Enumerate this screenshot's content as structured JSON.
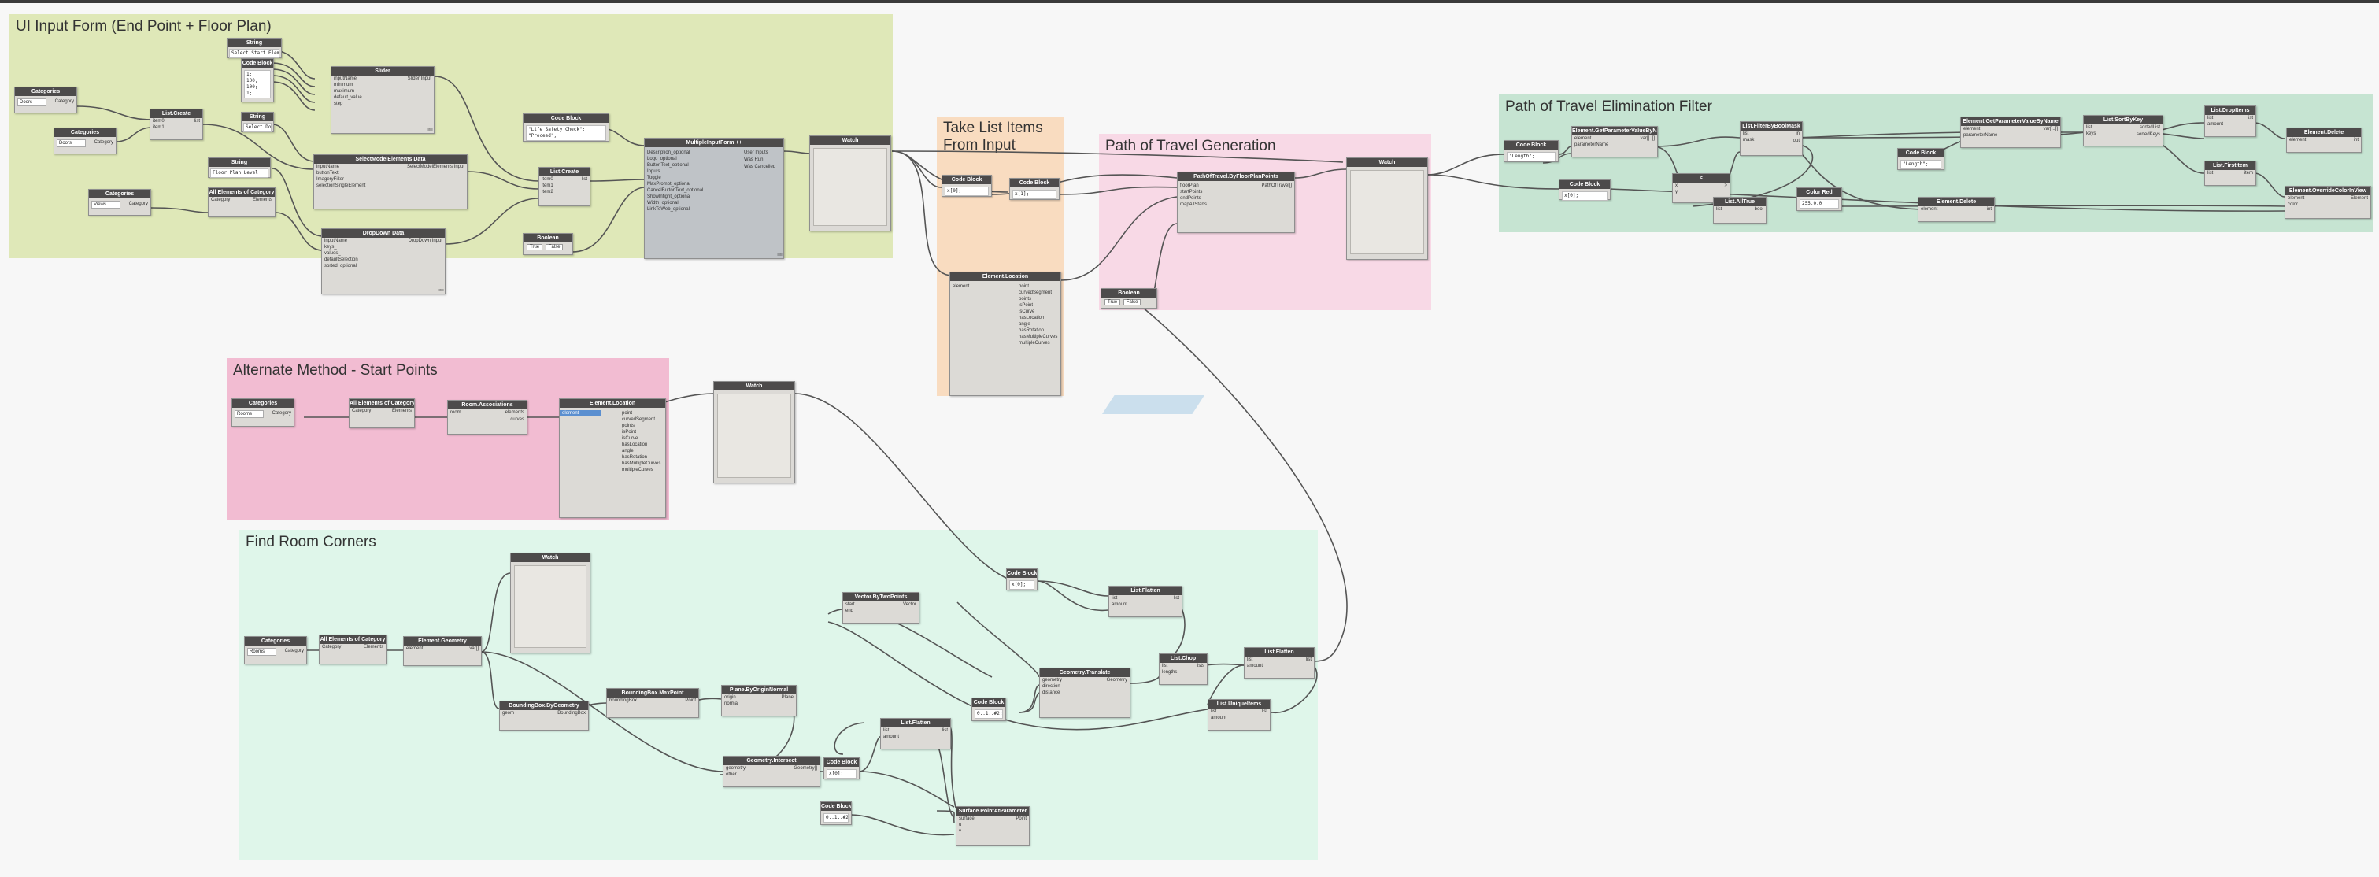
{
  "canvas": {
    "background": "#f7f7f7",
    "wire_color": "#555555"
  },
  "groups": [
    {
      "id": "g-ui-input",
      "title": "UI Input Form (End Point + Floor Plan)",
      "color": "#dfe8b8"
    },
    {
      "id": "g-take-list",
      "title": "Take List Items From Input",
      "color": "#f9dcc0"
    },
    {
      "id": "g-path-gen",
      "title": "Path of Travel Generation",
      "color": "#f8d9e6"
    },
    {
      "id": "g-elim",
      "title": "Path of Travel Elimination Filter",
      "color": "#c6e4d2"
    },
    {
      "id": "g-alt",
      "title": "Alternate Method - Start Points",
      "color": "#f2bcd2"
    },
    {
      "id": "g-corners",
      "title": "Find Room Corners",
      "color": "#dff6ea"
    }
  ],
  "nodes": {
    "cat1": {
      "title": "Categories",
      "value": "Doors",
      "out": "Category"
    },
    "cat2": {
      "title": "Categories",
      "value": "Doors",
      "out": "Category"
    },
    "cat3": {
      "title": "Categories",
      "value": "Views",
      "out": "Category"
    },
    "listcreate1": {
      "title": "List.Create",
      "inputs": [
        "item0",
        "item1"
      ],
      "out": "list"
    },
    "string1": {
      "title": "String",
      "value": "Select Start Element",
      "out": ">"
    },
    "codeblock1": {
      "title": "Code Block",
      "code": "1;\n100;\n100;\n1;",
      "out": ">"
    },
    "string2": {
      "title": "String",
      "value": "Select Door",
      "out": ">"
    },
    "string3": {
      "title": "String",
      "value": "Floor Plan Level",
      "out": ">"
    },
    "allelem1": {
      "title": "All Elements of Category",
      "inputs": [
        "Category"
      ],
      "out": "Elements"
    },
    "slider1": {
      "title": "Slider",
      "inputs": [
        "inputName",
        "minimum",
        "maximum",
        "default_value",
        "step"
      ],
      "out": "Slider Input"
    },
    "selmodel": {
      "title": "SelectModelElements Data",
      "inputs": [
        "inputName",
        "buttonText",
        "ImageryFilter",
        "selectionSingleElement"
      ],
      "out": "SelectModelElements Input"
    },
    "dropdown": {
      "title": "DropDown Data",
      "inputs": [
        "inputName",
        "keys_",
        "values_",
        "defaultSelection",
        "sorted_optional"
      ],
      "out": "DropDown Input"
    },
    "codeblock2": {
      "title": "Code Block",
      "code": "\"Life Safety Check\";\n\"Proceed\";",
      "out": ">"
    },
    "listcreate2": {
      "title": "List.Create",
      "inputs": [
        "item0",
        "item1",
        "item2"
      ],
      "out": "list"
    },
    "bool1": {
      "title": "Boolean",
      "true_label": "True",
      "false_label": "False"
    },
    "multiform": {
      "title": "MultipleInputForm ++",
      "inputs": [
        "Description_optional",
        "Logo_optional",
        "ButtonText_optional",
        "Inputs",
        "Toggle",
        "MaxPrompt_optional",
        "CancelButtonText_optional",
        "Showlnfight_optional",
        "Width_optional",
        "LinkToWeb_optional"
      ],
      "outputs": [
        "User Inputs",
        "Was Run",
        "Was Cancelled"
      ]
    },
    "watch1": {
      "title": "Watch"
    },
    "codeblock3": {
      "title": "Code Block",
      "code": "x[0];",
      "out": ">"
    },
    "codeblock4": {
      "title": "Code Block",
      "code": "x[1];",
      "out": ">"
    },
    "elemloc1": {
      "title": "Element.Location",
      "inputs": [
        "element"
      ],
      "outputs": [
        "point",
        "curvedSegment",
        "points",
        "isPoint",
        "isCurve",
        "hasLocation",
        "angle",
        "hasRotation",
        "hasMultipleCurves",
        "multipleCurves"
      ]
    },
    "pathtravel": {
      "title": "PathOfTravel.ByFloorPlanPoints",
      "inputs": [
        "floorPlan",
        "startPoints",
        "endPoints",
        "mapAllStarts"
      ],
      "out": "PathOfTravel[]"
    },
    "bool2": {
      "title": "Boolean",
      "true_label": "True",
      "false_label": "False"
    },
    "watch2": {
      "title": "Watch"
    },
    "codeblock5": {
      "title": "Code Block",
      "code": "\"Length\";",
      "out": ">"
    },
    "codeblock6": {
      "title": "Code Block",
      "code": "x[0];",
      "out": ">"
    },
    "getparam1": {
      "title": "Element.GetParameterValueByName",
      "inputs": [
        "element",
        "parameterName"
      ],
      "out": "var[]..[]"
    },
    "lt": {
      "title": "<",
      "inputs": [
        "x",
        "y"
      ],
      "out": ">"
    },
    "filterbool": {
      "title": "List.FilterByBoolMask",
      "inputs": [
        "list",
        "mask"
      ],
      "outputs": [
        "in",
        "out"
      ]
    },
    "alltrue": {
      "title": "List.AllTrue",
      "inputs": [
        "list"
      ],
      "out": "bool"
    },
    "colorred": {
      "title": "Color Red",
      "value": "255,0,0",
      "out": ">"
    },
    "codeblock7": {
      "title": "Code Block",
      "code": "\"Length\";",
      "out": ">"
    },
    "getparam2": {
      "title": "Element.GetParameterValueByName",
      "inputs": [
        "element",
        "parameterName"
      ],
      "out": "var[]..[]"
    },
    "elemdelete1": {
      "title": "Element.Delete",
      "inputs": [
        "element"
      ],
      "out": "int"
    },
    "sortkey": {
      "title": "List.SortByKey",
      "inputs": [
        "list",
        "keys"
      ],
      "outputs": [
        "sortedList",
        "sortedKeys"
      ]
    },
    "dropitems": {
      "title": "List.DropItems",
      "inputs": [
        "list",
        "amount"
      ],
      "out": "list"
    },
    "firstitem": {
      "title": "List.FirstItem",
      "inputs": [
        "list"
      ],
      "out": "item"
    },
    "elemdelete2": {
      "title": "Element.Delete",
      "inputs": [
        "element"
      ],
      "out": "int"
    },
    "overridecolor": {
      "title": "Element.OverrideColorInView",
      "inputs": [
        "element",
        "color"
      ],
      "out": "Element"
    },
    "cat4": {
      "title": "Categories",
      "value": "Rooms",
      "out": "Category"
    },
    "allelem2": {
      "title": "All Elements of Category",
      "inputs": [
        "Category"
      ],
      "out": "Elements"
    },
    "roomassoc": {
      "title": "Room.Associations",
      "inputs": [
        "room"
      ],
      "outputs": [
        "elements",
        "curves"
      ]
    },
    "elemloc2": {
      "title": "Element.Location",
      "inputs": [
        "element"
      ],
      "outputs": [
        "point",
        "curvedSegment",
        "points",
        "isPoint",
        "isCurve",
        "hasLocation",
        "angle",
        "hasRotation",
        "hasMultipleCurves",
        "multipleCurves"
      ]
    },
    "watch3": {
      "title": "Watch"
    },
    "cat5": {
      "title": "Categories",
      "value": "Rooms",
      "out": "Category"
    },
    "allelem3": {
      "title": "All Elements of Category",
      "inputs": [
        "Category"
      ],
      "out": "Elements"
    },
    "elemgeom": {
      "title": "Element.Geometry",
      "inputs": [
        "element"
      ],
      "out": "var[]"
    },
    "watch4": {
      "title": "Watch"
    },
    "bboxgeom": {
      "title": "BoundingBox.ByGeometry",
      "inputs": [
        "geom"
      ],
      "out": "BoundingBox"
    },
    "bboxmaxpt": {
      "title": "BoundingBox.MaxPoint",
      "inputs": [
        "boundingBox"
      ],
      "out": "Point"
    },
    "planeorigin": {
      "title": "Plane.ByOriginNormal",
      "inputs": [
        "origin",
        "normal"
      ],
      "out": "Plane"
    },
    "geomintersect": {
      "title": "Geometry.Intersect",
      "inputs": [
        "geometry",
        "other"
      ],
      "out": "Geometry[]"
    },
    "codeblock8": {
      "title": "Code Block",
      "code": "x[0];",
      "out": ">"
    },
    "vectortwopts": {
      "title": "Vector.ByTwoPoints",
      "inputs": [
        "start",
        "end"
      ],
      "out": "Vector"
    },
    "codeblock9": {
      "title": "Code Block",
      "code": "x[0];",
      "out": ">"
    },
    "listflatten1": {
      "title": "List.Flatten",
      "inputs": [
        "list",
        "amount"
      ],
      "out": "list"
    },
    "codeblock10": {
      "title": "Code Block",
      "code": "0..1..#2;",
      "out": ">"
    },
    "listflatten2": {
      "title": "List.Flatten",
      "inputs": [
        "list",
        "amount"
      ],
      "out": "list"
    },
    "codeblock11": {
      "title": "Code Block",
      "code": "0..1..#2;",
      "out": ">"
    },
    "surfaceparam": {
      "title": "Surface.PointAtParameter",
      "inputs": [
        "surface",
        "u",
        "v"
      ],
      "out": "Point"
    },
    "geomtranslate": {
      "title": "Geometry.Translate",
      "inputs": [
        "geometry",
        "direction",
        "distance"
      ],
      "out": "Geometry"
    },
    "listchop": {
      "title": "List.Chop",
      "inputs": [
        "list",
        "lengths"
      ],
      "out": "lists"
    },
    "listflatten3": {
      "title": "List.Flatten",
      "inputs": [
        "list",
        "amount"
      ],
      "out": "list"
    },
    "listuniqueitems": {
      "title": "List.UniqueItems",
      "inputs": [
        "list",
        "amount"
      ],
      "out": "list"
    }
  }
}
